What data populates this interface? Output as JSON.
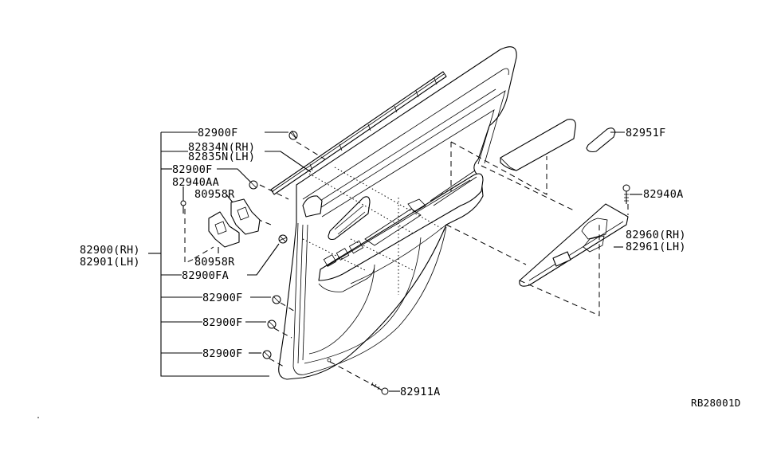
{
  "diagram": {
    "title": "Rear Door Trim Parts Diagram",
    "reference_code": "RB28001D",
    "labels": {
      "clip_top": "82900F",
      "seal_rh": "82834N(RH)",
      "seal_lh": "82835N(LH)",
      "clip_second": "82900F",
      "screw_aa": "82940AA",
      "bracket_upper": "80958R",
      "trim_rh": "82900(RH)",
      "trim_lh": "82901(LH)",
      "bracket_lower": "80958R",
      "clip_fa": "82900FA",
      "clip_lower_1": "82900F",
      "clip_lower_2": "82900F",
      "clip_lower_3": "82900F",
      "screw_bottom": "82911A",
      "cap_trim": "82951F",
      "screw_a": "82940A",
      "armrest_rh": "82960(RH)",
      "armrest_lh": "82961(LH)"
    }
  }
}
